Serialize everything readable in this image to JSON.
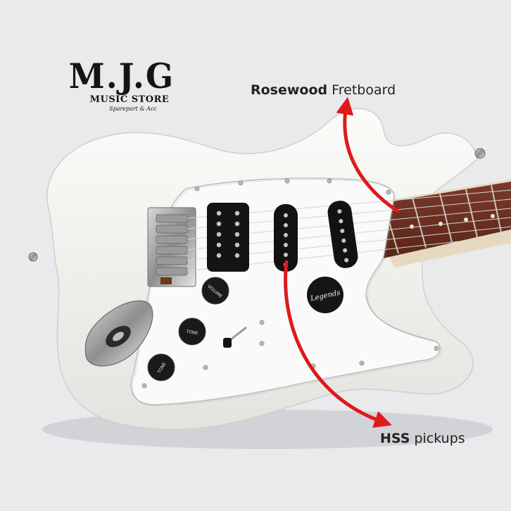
{
  "logo": {
    "main": "M.J.G",
    "subtitle": "MUSIC STORE",
    "tagline": "Sparepart & Acc"
  },
  "annotations": {
    "fretboard": {
      "bold": "Rosewood",
      "rest": "Fretboard"
    },
    "pickups": {
      "bold": "HSS",
      "rest": "pickups"
    }
  },
  "guitar": {
    "body_color": "#f6f6f3",
    "fretboard_color": "#6b2f24",
    "arrow_color": "#e0191b",
    "badge_text": "Legends",
    "knobs": [
      "VOLUME",
      "TONE",
      "TONE"
    ]
  }
}
